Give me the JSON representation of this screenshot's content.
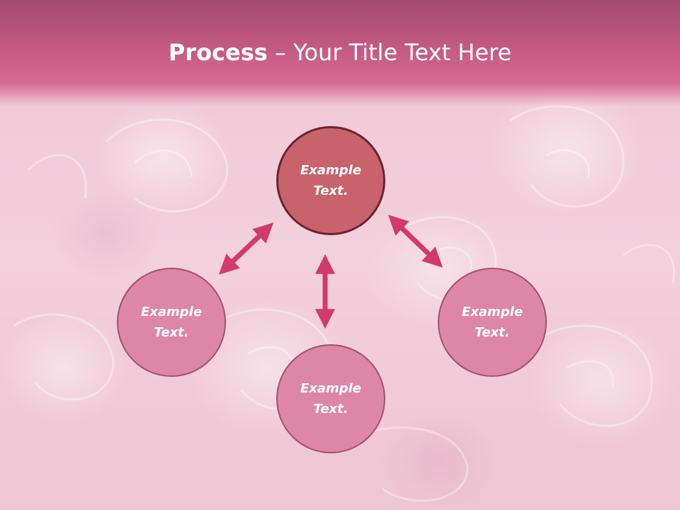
{
  "title": {
    "bold": "Process",
    "rest": " – Your Title Text Here"
  },
  "nodes": [
    {
      "id": "top",
      "text": "Example\nText."
    },
    {
      "id": "left",
      "text": "Example\nText."
    },
    {
      "id": "right",
      "text": "Example\nText."
    },
    {
      "id": "bottom",
      "text": "Example\nText."
    }
  ],
  "colors": {
    "header": "#c35a82",
    "top_node": "#c8636c",
    "side_nodes": "#de86a6",
    "arrows": "#d13a6a"
  }
}
